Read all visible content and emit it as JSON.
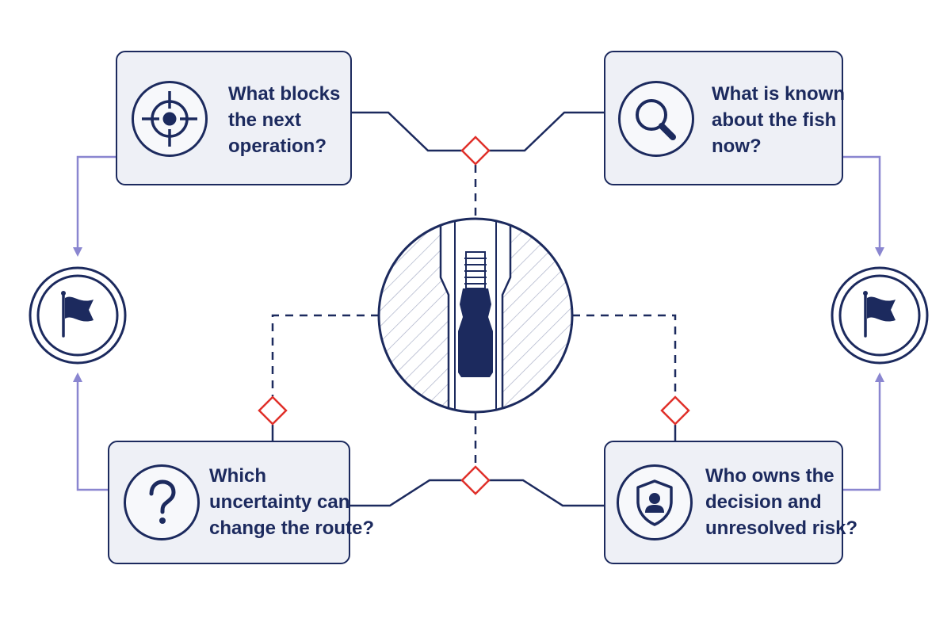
{
  "colors": {
    "navy": "#1c2a5e",
    "card_fill": "#eef0f6",
    "red_decision": "#e0302a",
    "purple_arrow": "#8a86d0"
  },
  "cards": {
    "top_left": {
      "icon": "crosshair-target-icon",
      "lines": [
        "What blocks",
        "the next",
        "operation?"
      ]
    },
    "top_right": {
      "icon": "magnifier-search-icon",
      "lines": [
        "What is known",
        "about the fish",
        "now?"
      ]
    },
    "bottom_left": {
      "icon": "question-mark-icon",
      "lines": [
        "Which",
        "uncertainty can",
        "change the route?"
      ]
    },
    "bottom_right": {
      "icon": "shield-user-icon",
      "lines": [
        "Who owns the",
        "decision and",
        "unresolved risk?"
      ]
    }
  },
  "side_nodes": {
    "left": {
      "icon": "flag-icon"
    },
    "right": {
      "icon": "flag-icon"
    }
  },
  "center": {
    "icon": "wellbore-fish-cross-section-icon"
  }
}
